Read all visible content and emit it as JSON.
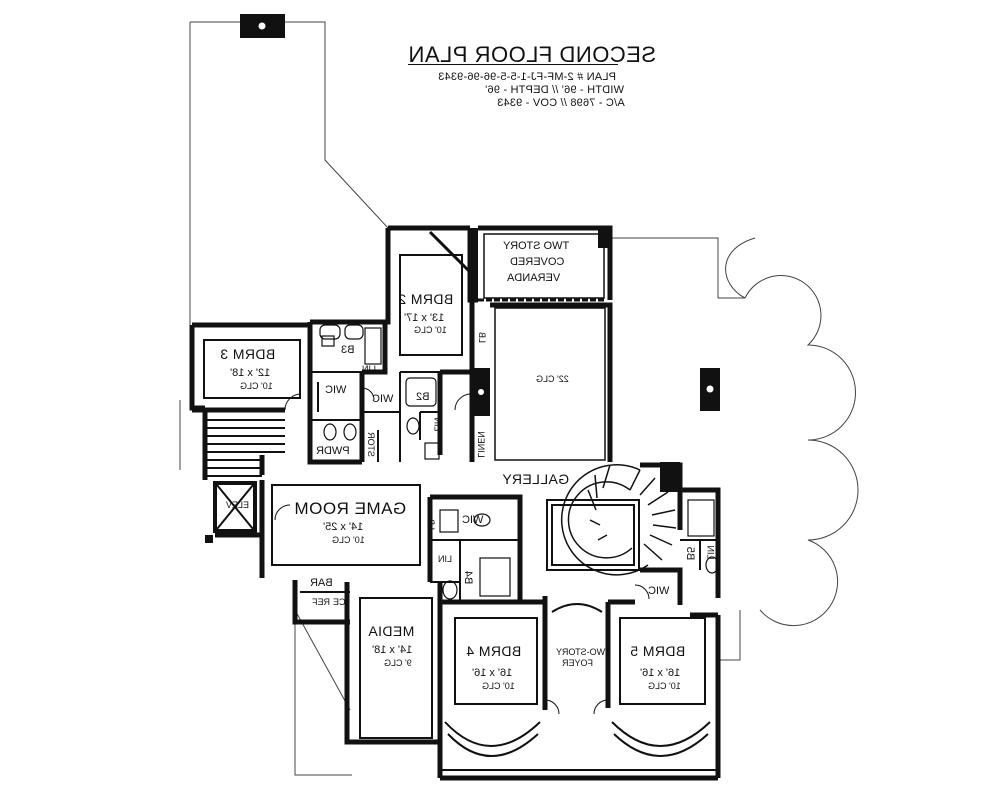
{
  "header": {
    "title": "SECOND FLOOR PLAN",
    "plan_number": "PLAN # 2-MF-FJ-1-5-5-96-96-9343",
    "width_depth": "WIDTH - 96' // DEPTH - 96'",
    "area": "A/C - 7698 // COV - 9343"
  },
  "rooms": {
    "bdrm2": {
      "name": "BDRM 2",
      "dim": "13' x 17'",
      "clg": "10' CLG"
    },
    "veranda": {
      "line1": "TWO STORY",
      "line2": "COVERED",
      "line3": "VERANDA"
    },
    "bdrm3": {
      "name": "BDRM 3",
      "dim": "12' x 18'",
      "clg": "10' CLG"
    },
    "open22": {
      "clg": "22' CLG"
    },
    "b3": "B3",
    "b2": "B2",
    "lin_b3": "LIN",
    "lin_b2": "LIN",
    "wic_b3": "WIC",
    "wic_b2": "WIC",
    "stor": "STOR",
    "pwdr": "PWDR",
    "linen": "LINEN",
    "lb": "LB",
    "gallery": "GALLERY",
    "game": {
      "name": "GAME ROOM",
      "dim": "14' x 25'",
      "clg": "10' CLG"
    },
    "elev": "ELEV",
    "wic_b4": "WIC",
    "lin_b4": "LIN",
    "b4": "B4",
    "lb2": "LB",
    "b5": "B5",
    "lin_b5": "LIN",
    "wic_b5": "WIC",
    "bar": "BAR",
    "ref": "REF",
    "ice": "ICE",
    "media": {
      "name": "MEDIA",
      "dim": "14' x 18'",
      "clg": "9' CLG"
    },
    "bdrm4": {
      "name": "BDRM 4",
      "dim": "16' x 16'",
      "clg": "10' CLG"
    },
    "foyer": {
      "line1": "TWO-STORY",
      "line2": "FOYER"
    },
    "bdrm5": {
      "name": "BDRM 5",
      "dim": "16' x 16'",
      "clg": "10' CLG"
    }
  }
}
